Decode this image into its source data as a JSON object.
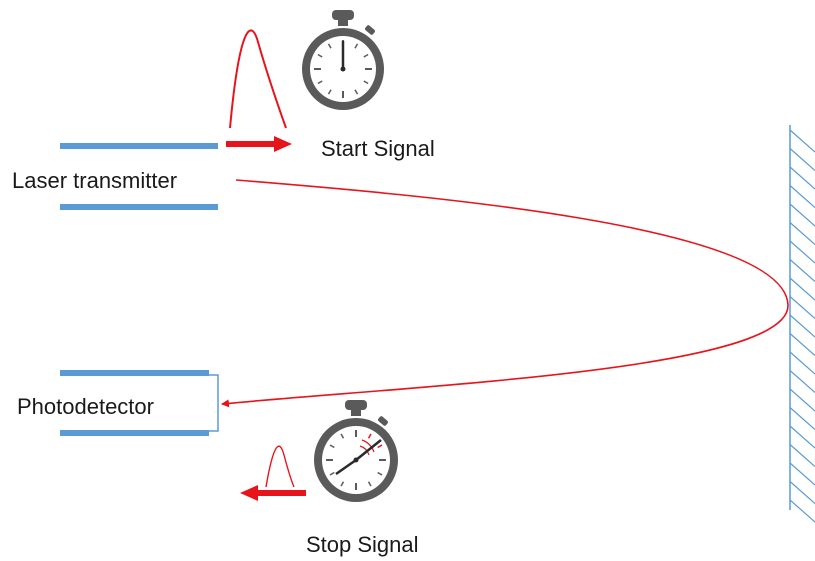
{
  "labels": {
    "transmitter": "Laser transmitter",
    "detector": "Photodetector",
    "start_signal": "Start Signal",
    "stop_signal": "Stop Signal"
  },
  "icons": {
    "start_watch": "stopwatch-icon",
    "stop_watch": "stopwatch-icon",
    "mirror": "reflective-wall-icon"
  },
  "colors": {
    "beam": "#e8141c",
    "plate": "#5b9bd5",
    "watch": "#5a5a5a",
    "mirror": "#5b9bd5"
  }
}
